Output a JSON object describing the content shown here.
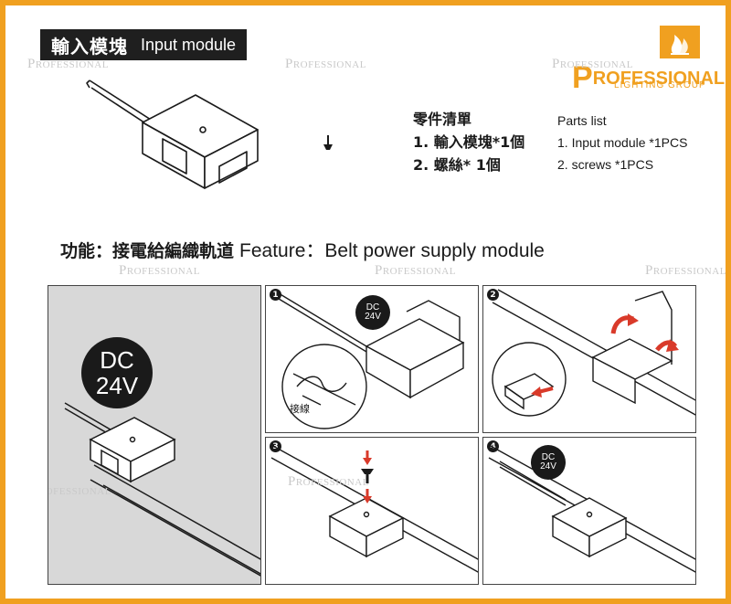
{
  "header": {
    "title_zh": "輸入模塊",
    "title_en": "Input module"
  },
  "brand": {
    "logo_initial": "P",
    "logo_rest": "ROFESSIONAL",
    "logo_sub": "LIGHTING GROUP",
    "watermark_initial": "P",
    "watermark_rest": "ROFESSIONAL",
    "accent_color": "#f0a020"
  },
  "parts_list": {
    "title_zh": "零件清單",
    "items_zh": [
      "1. 輸入模塊*1個",
      "2. 螺絲* 1個"
    ],
    "title_en": "Parts list",
    "items_en": [
      "1. Input module *1PCS",
      "2. screws *1PCS"
    ]
  },
  "feature": {
    "zh": "功能：接電給編織軌道",
    "en": "Feature：Belt power supply module"
  },
  "main_panel": {
    "bubble_line1": "DC",
    "bubble_line2": "24V"
  },
  "steps": [
    {
      "num": "1",
      "bubble_line1": "DC",
      "bubble_line2": "24V",
      "inset_label": "接線"
    },
    {
      "num": "2"
    },
    {
      "num": "3"
    },
    {
      "num": "4",
      "bubble_line1": "DC",
      "bubble_line2": "24V"
    }
  ]
}
